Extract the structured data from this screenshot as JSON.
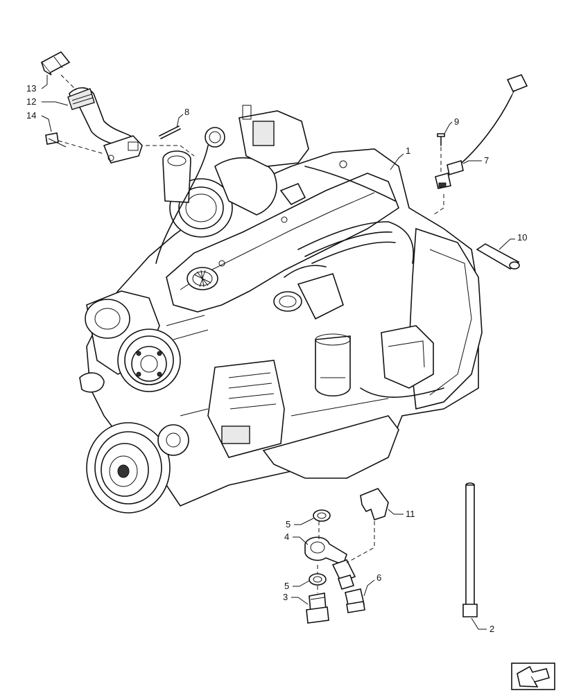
{
  "callouts": {
    "c1": "1",
    "c2": "2",
    "c3": "3",
    "c4": "4",
    "c5a": "5",
    "c5b": "5",
    "c6": "6",
    "c7": "7",
    "c8": "8",
    "c9": "9",
    "c10": "10",
    "c11": "11",
    "c12": "12",
    "c13": "13",
    "c14": "14"
  },
  "icons": {
    "nav": "arrow-icon"
  }
}
